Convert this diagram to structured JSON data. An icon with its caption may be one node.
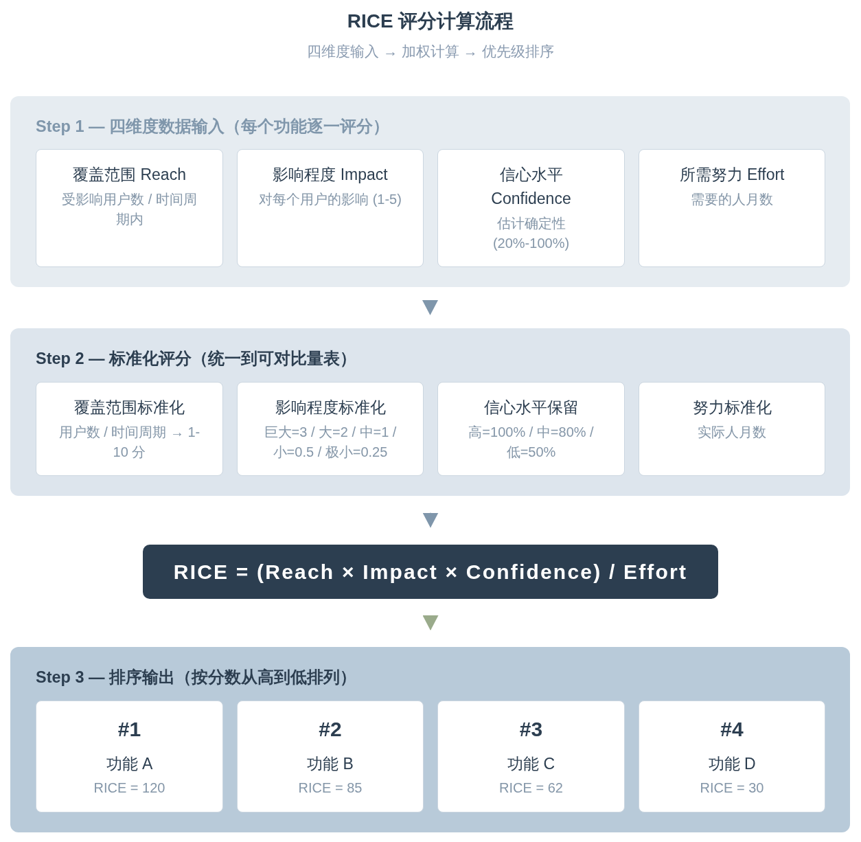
{
  "diagram": {
    "title": "RICE 评分计算流程",
    "nodes": [
      {
        "text": [
          "Step 1 — 四维度数据输入（每个功能逐一评分）"
        ]
      },
      {
        "text": [
          "覆盖范围 Reach",
          "受影响用户数 / 时间周期内"
        ],
        "in": 0
      },
      {
        "text": [
          "影响程度 Impact",
          "对每个用户的影响 (1-5)"
        ],
        "in": 0
      },
      {
        "text": [
          "信心水平 Confidence",
          "估计确定性 (20%-100%)"
        ],
        "in": 0
      },
      {
        "text": [
          "所需努力 Effort",
          "需要的人月数"
        ],
        "in": 0
      },
      {
        "text": [
          "Step 2 — 标准化评分（统一到可对比量表）"
        ]
      },
      {
        "text": [
          "覆盖范围标准化",
          "用户数 / 时间周期 → 1-10 分"
        ],
        "in": 5
      },
      {
        "text": [
          "影响程度标准化",
          "巨大=3 / 大=2 / 中=1 / 小=0.5 / 极小=0.25"
        ],
        "in": 5
      },
      {
        "text": [
          "信心水平保留",
          "高=100% / 中=80% / 低=50%"
        ],
        "in": 5
      },
      {
        "text": [
          "努力标准化",
          "实际人月数"
        ],
        "in": 5
      },
      {
        "text": [
          "RICE = (Reach × Impact × Confidence) / Effort"
        ]
      },
      {
        "text": [
          "Step 3 — 排序输出（按分数从高到低排列）"
        ]
      },
      {
        "text": [
          "#1",
          "功能 A",
          "RICE = 120"
        ],
        "in": 11
      },
      {
        "text": [
          "#2",
          "功能 B",
          "RICE = 85"
        ],
        "in": 11
      },
      {
        "text": [
          "#3",
          "功能 C",
          "RICE = 62"
        ],
        "in": 11
      },
      {
        "text": [
          "#4",
          "功能 D",
          "RICE = 30"
        ],
        "in": 11
      }
    ],
    "edges": [
      {
        "from": 0,
        "to": 5,
        "arrow": "to"
      },
      {
        "from": 5,
        "to": 10,
        "arrow": "to"
      },
      {
        "from": 10,
        "to": 11,
        "arrow": "to",
        "color": "#9aab8b"
      }
    ],
    "labels": [
      "四维度输入 → 加权计算 → 优先级排序"
    ]
  }
}
